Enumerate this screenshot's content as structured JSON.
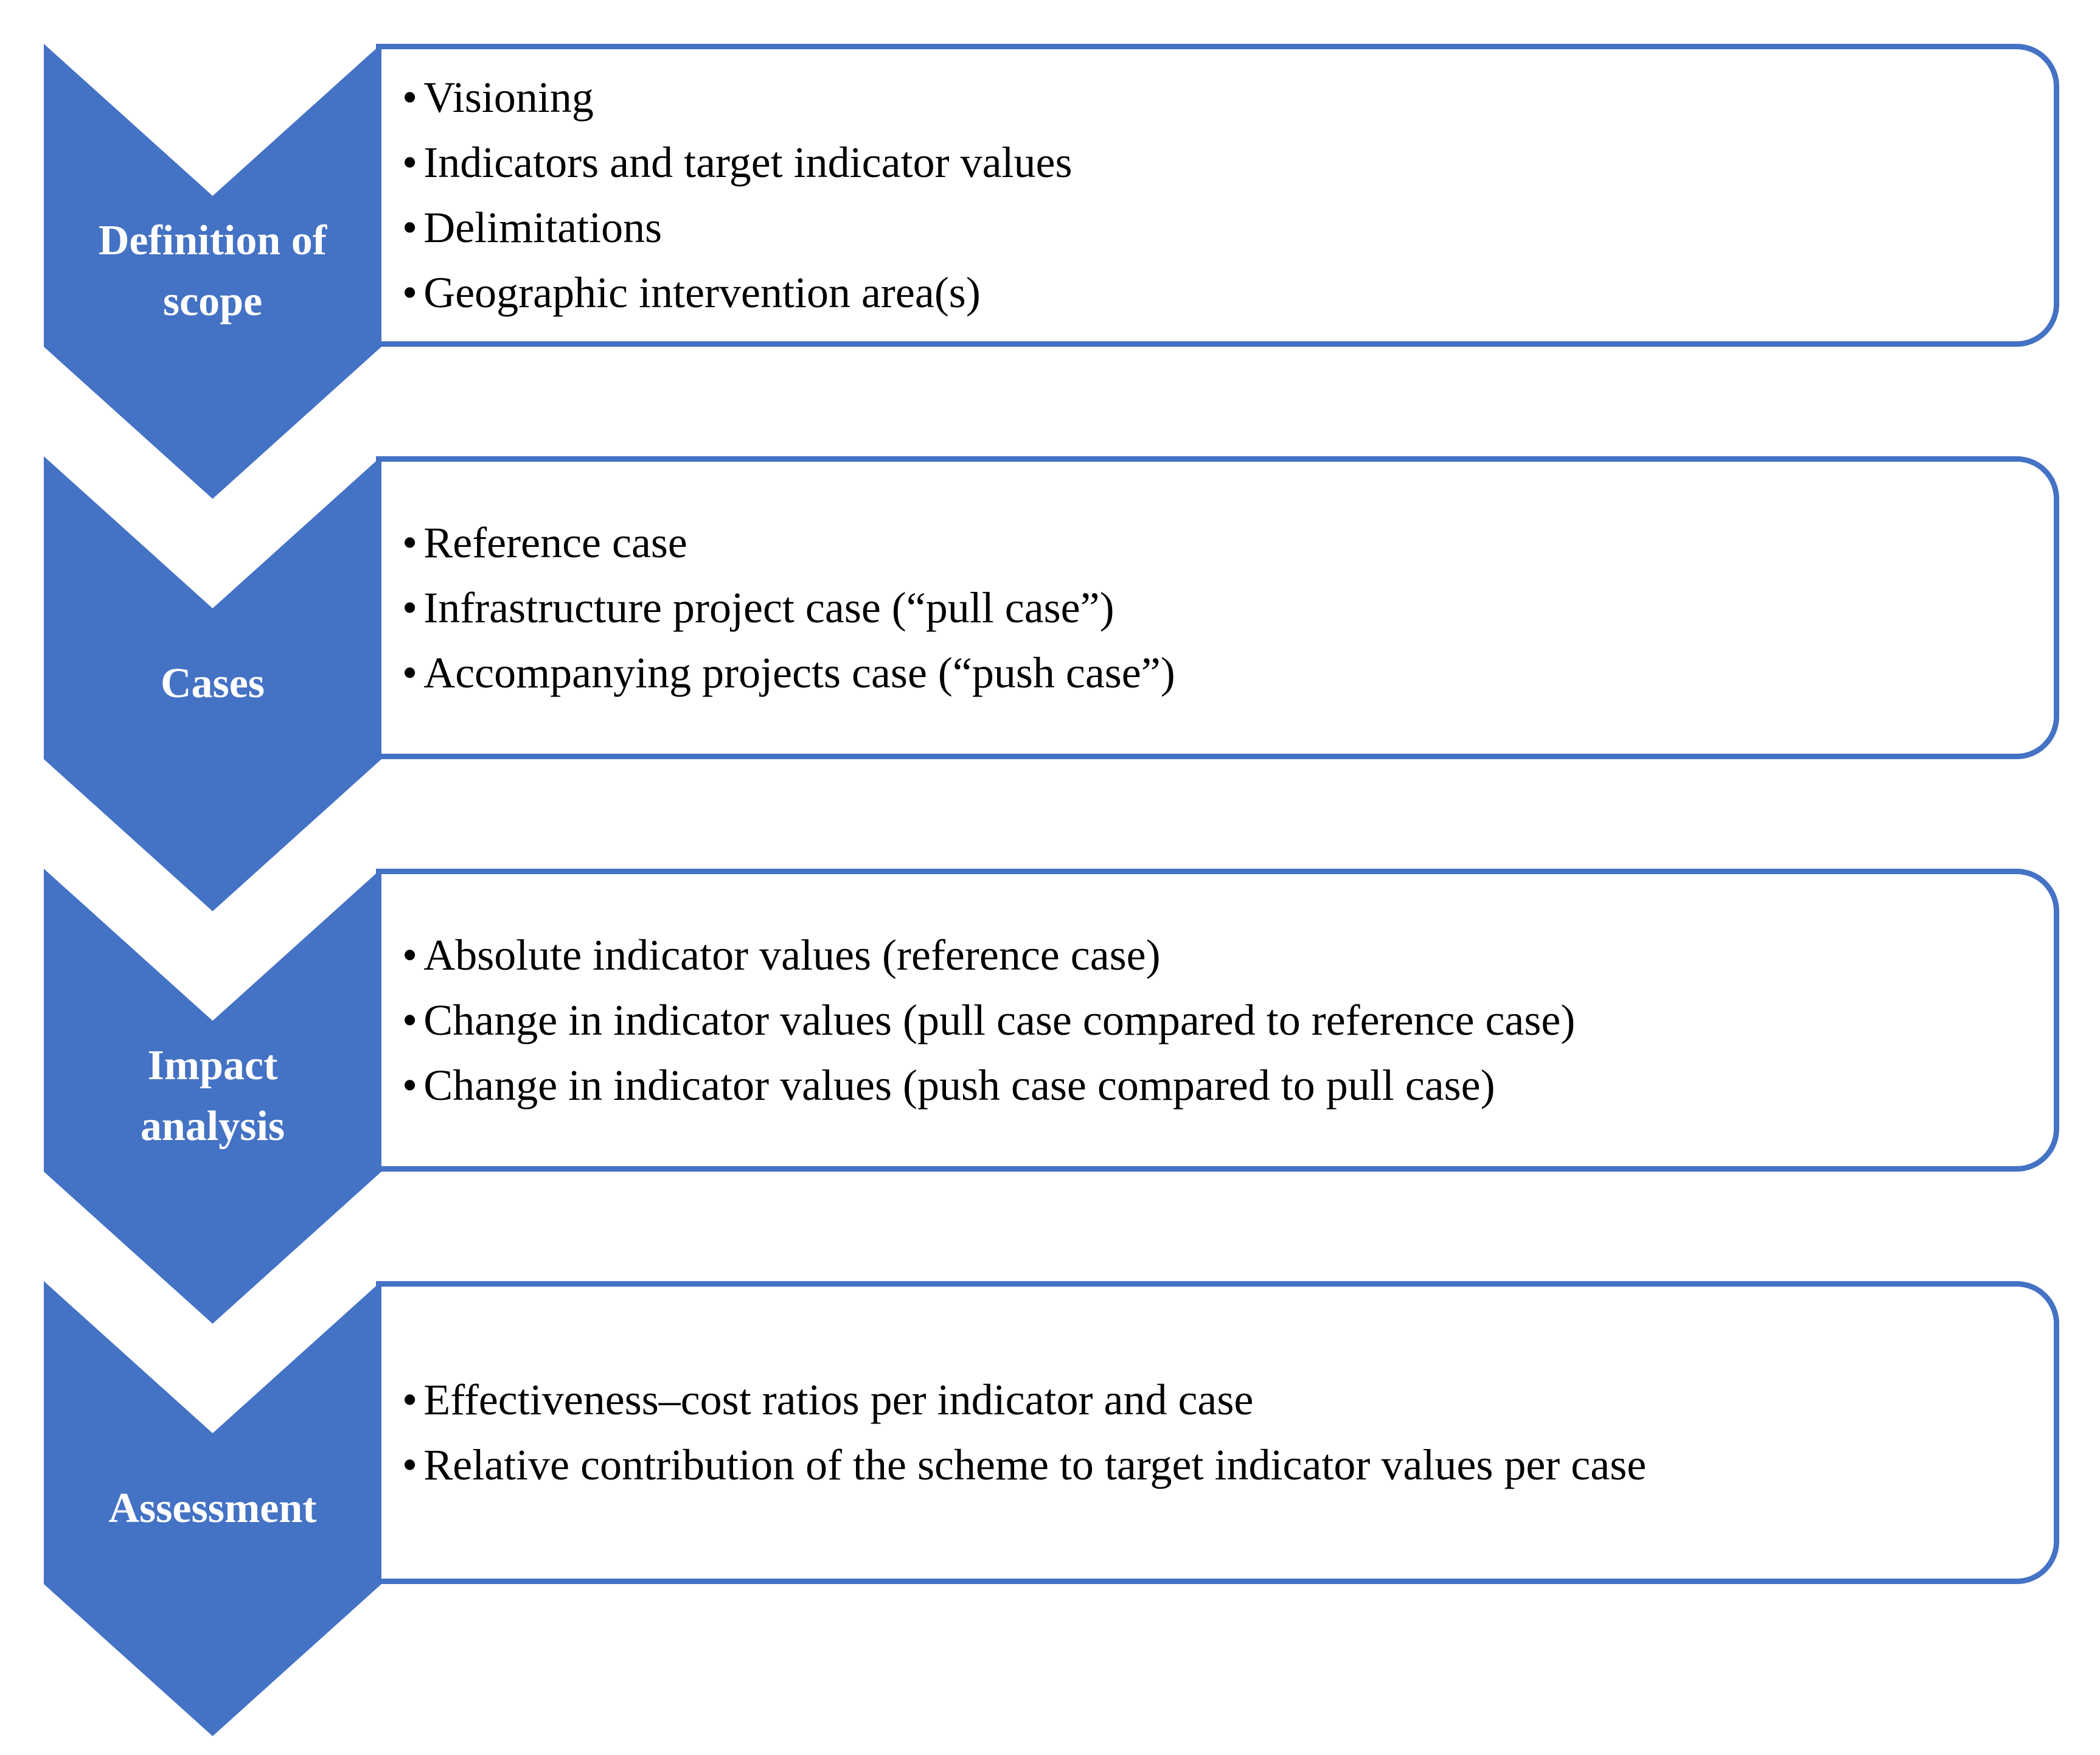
{
  "diagram": {
    "type": "vertical-chevron-list",
    "accent_color": "#4472C4",
    "text_color": "#000000",
    "label_text_color": "#FFFFFF",
    "bullet_glyph": "•",
    "stages": [
      {
        "label": "Definition of scope",
        "label_lines": [
          "Definition of",
          "scope"
        ],
        "bullets": [
          "Visioning",
          "Indicators and target indicator values",
          "Delimitations",
          "Geographic intervention area(s)"
        ]
      },
      {
        "label": "Cases",
        "label_lines": [
          "Cases"
        ],
        "bullets": [
          "Reference case",
          "Infrastructure project case (“pull case”)",
          "Accompanying projects case (“push case”)"
        ]
      },
      {
        "label": "Impact analysis",
        "label_lines": [
          "Impact",
          "analysis"
        ],
        "bullets": [
          "Absolute indicator values (reference case)",
          "Change in indicator values (pull case compared to reference case)",
          "Change in indicator values (push case compared to pull case)"
        ]
      },
      {
        "label": "Assessment",
        "label_lines": [
          "Assessment"
        ],
        "bullets": [
          "Effectiveness–cost ratios per indicator and case",
          "Relative contribution of the scheme to target indicator values per case"
        ]
      }
    ]
  }
}
